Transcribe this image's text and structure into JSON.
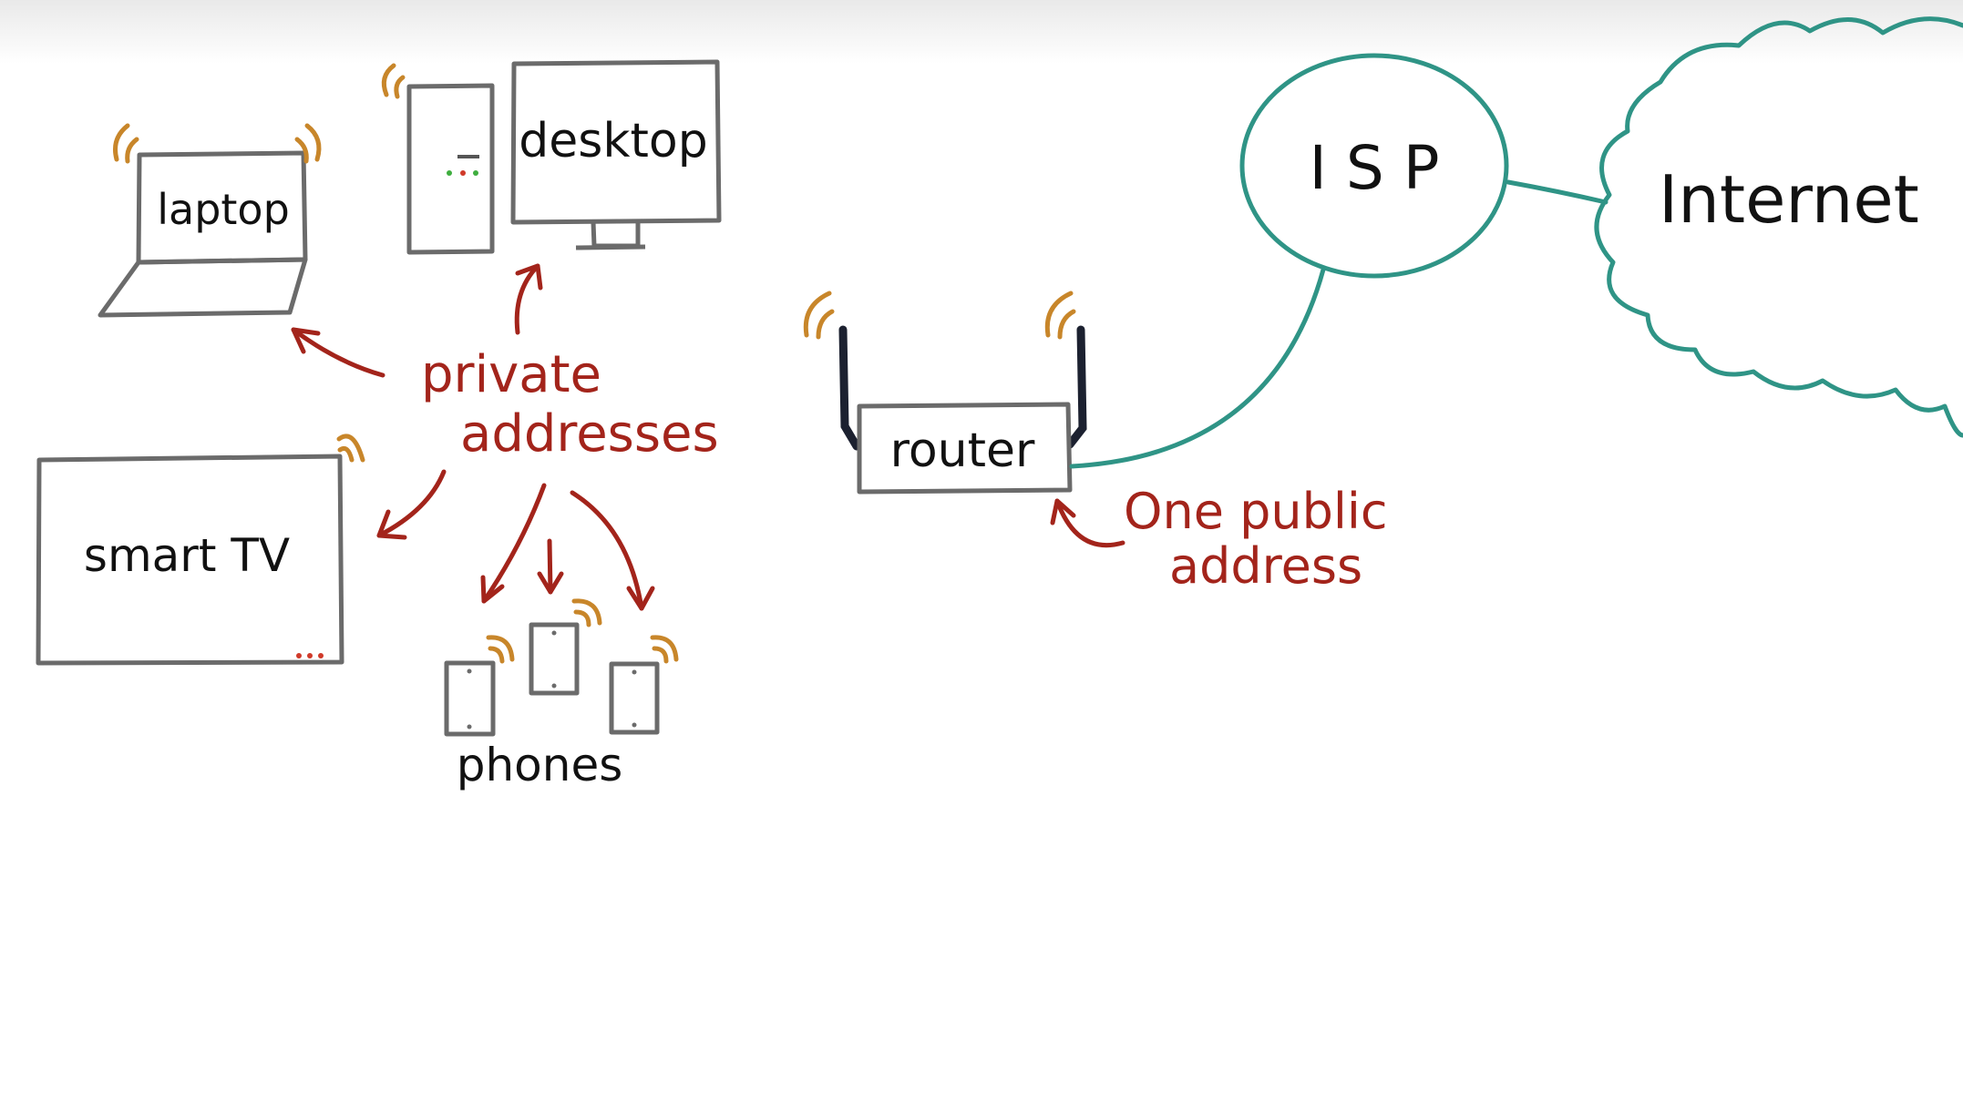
{
  "labels": {
    "laptop": "laptop",
    "desktop": "desktop",
    "smart_tv": "smart TV",
    "phones": "phones",
    "router": "router",
    "isp": "I S P",
    "internet": "Internet",
    "private_line1": "private",
    "private_line2": "addresses",
    "public_line1": "One public",
    "public_line2": "address"
  },
  "colors": {
    "device_stroke": "#6b6b6b",
    "ink": "#111111",
    "annotation": "#a3241b",
    "network": "#2f9486",
    "wifi": "#c8862a",
    "led_green": "#3fae3f",
    "led_red": "#d03a2a",
    "antenna": "#1c2130"
  }
}
